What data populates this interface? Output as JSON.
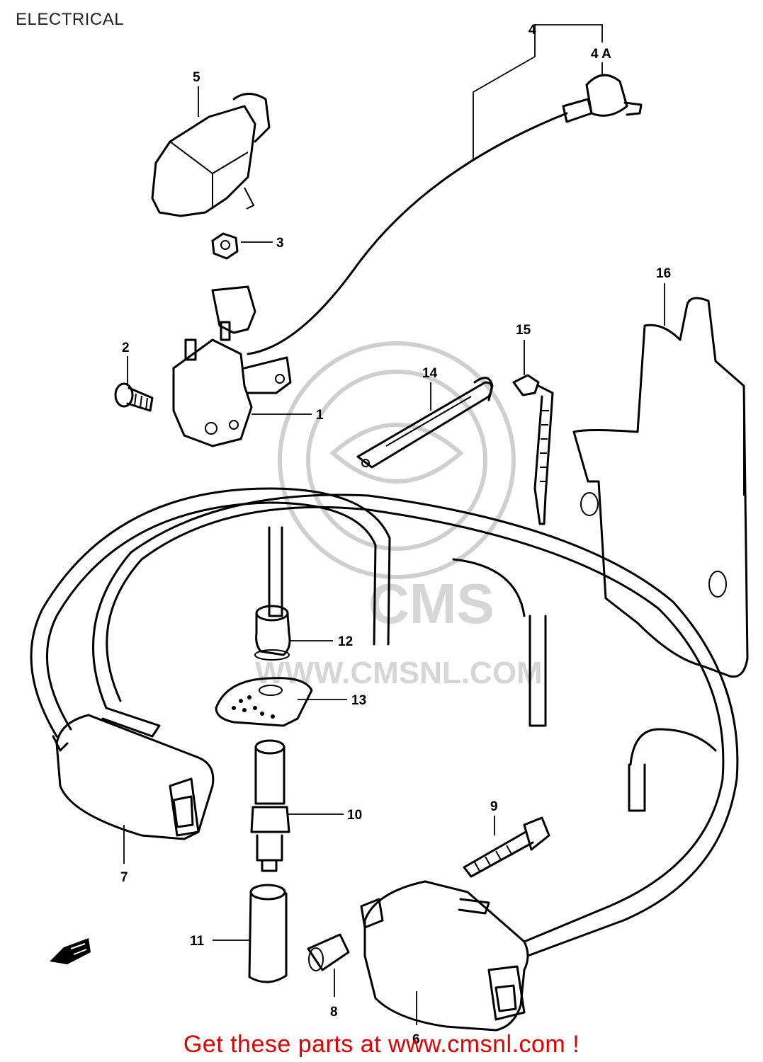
{
  "title": "ELECTRICAL",
  "watermark": {
    "logo_text": "CMS",
    "url_text": "WWW.CMSNL.COM"
  },
  "callouts": {
    "p1": "1",
    "p2": "2",
    "p3": "3",
    "p4": "4",
    "p4a": "4 A",
    "p5": "5",
    "p6": "6",
    "p7": "7",
    "p8": "8",
    "p9": "9",
    "p10": "10",
    "p11": "11",
    "p12": "12",
    "p13": "13",
    "p14": "14",
    "p15": "15",
    "p16": "16"
  },
  "footer": {
    "cta": "Get these parts at www.cmsnl.com !"
  },
  "colors": {
    "line": "#000000",
    "watermark": "#cfcfcf",
    "cta": "#e00000"
  }
}
